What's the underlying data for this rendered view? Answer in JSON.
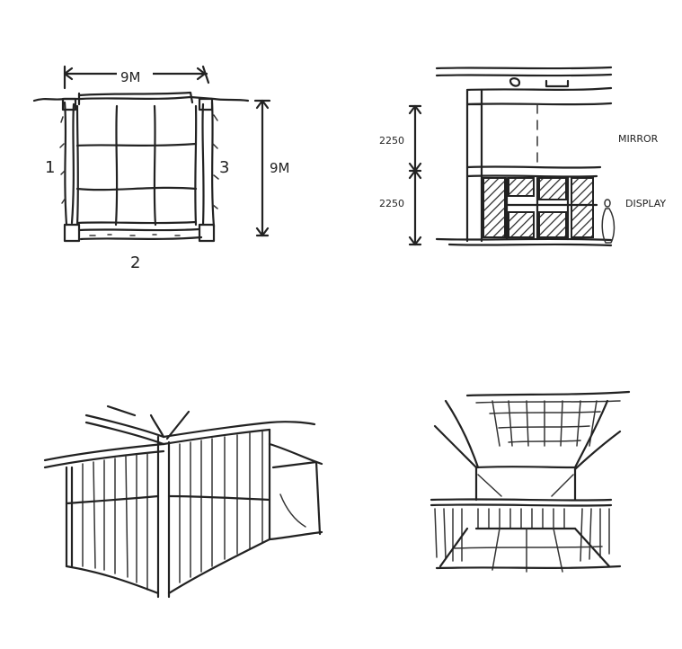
{
  "plan": {
    "width_label": "9M",
    "depth_label": "9M",
    "side_1": "1",
    "side_2": "2",
    "side_3": "3"
  },
  "elevation": {
    "upper_height": "2250",
    "lower_height": "2250",
    "upper_label": "MIRROR",
    "lower_label": "DISPLAY"
  }
}
